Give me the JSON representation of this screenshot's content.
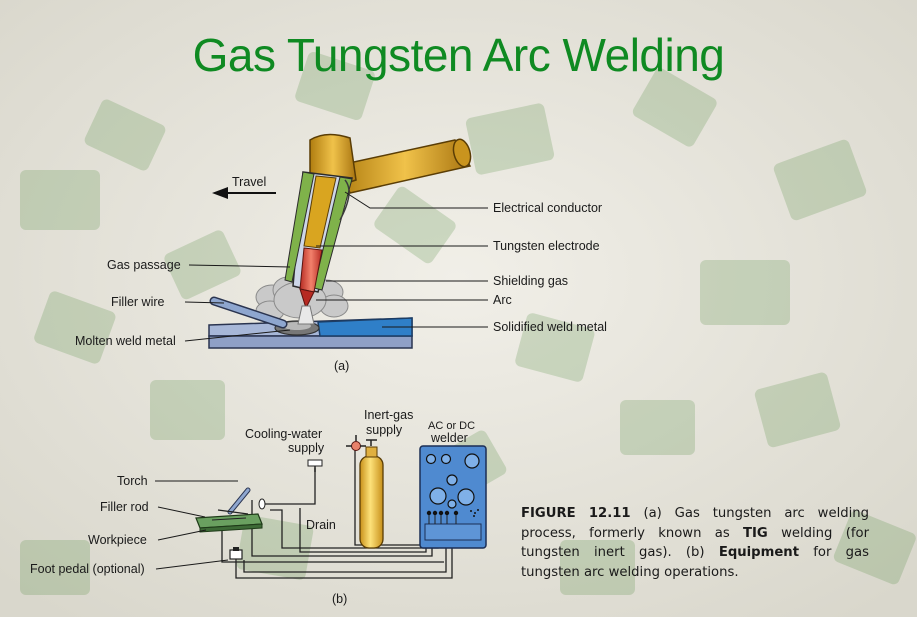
{
  "title": "Gas Tungsten Arc Welding",
  "diagram_a": {
    "travel": "Travel",
    "labels": {
      "electrical_conductor": "Electrical conductor",
      "tungsten_electrode": "Tungsten electrode",
      "gas_passage": "Gas passage",
      "shielding_gas": "Shielding gas",
      "filler_wire": "Filler wire",
      "arc": "Arc",
      "molten_weld_metal": "Molten weld metal",
      "solidified_weld_metal": "Solidified weld metal"
    },
    "caption": "(a)"
  },
  "diagram_b": {
    "labels": {
      "cooling_water_1": "Cooling-water",
      "cooling_water_2": "supply",
      "inert_gas_1": "Inert-gas",
      "inert_gas_2": "supply",
      "welder_1": "AC or DC",
      "welder_2": "welder",
      "torch": "Torch",
      "filler_rod": "Filler rod",
      "workpiece": "Workpiece",
      "foot_pedal": "Foot pedal (optional)",
      "drain": "Drain"
    },
    "caption": "(b)"
  },
  "figure_caption": {
    "label": "FIGURE 12.11",
    "text_1": "(a) Gas tungsten arc welding process, formerly known as",
    "tig": "TIG",
    "text_2": "welding (for tungsten inert gas). (b)",
    "equipment": "Equipment",
    "text_3": "for gas tungsten arc welding operations."
  },
  "colors": {
    "title": "#0f8a22",
    "torch_gold": "#d9a520",
    "nozzle_green": "#7fb24a",
    "solidified_blue": "#2f7fc8",
    "cylinder_yellow": "#f2c230",
    "welder_blue": "#4f8ad0"
  }
}
